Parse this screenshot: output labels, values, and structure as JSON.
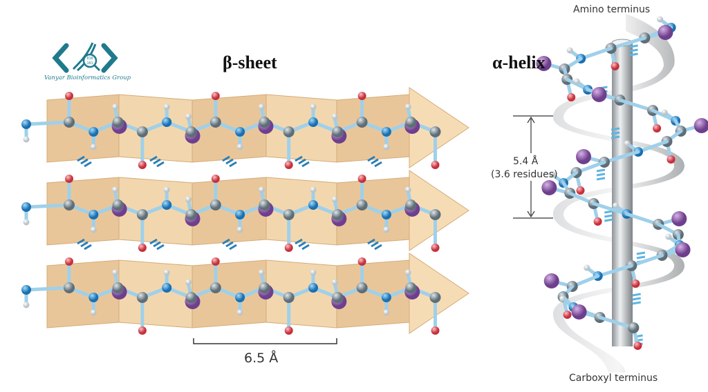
{
  "logo": {
    "text": "Vanyar Bioinformatics Group",
    "digits_top": "010",
    "digits_bottom": "101",
    "color": "#1f7a8c"
  },
  "beta_sheet": {
    "title": "β-sheet",
    "spacing_label": "6.5 Å",
    "strands": 3
  },
  "alpha_helix": {
    "title": "α-helix",
    "top_label": "Amino terminus",
    "bottom_label": "Carboxyl terminus",
    "rise_label": "5.4 Å",
    "residues_label": "(3.6 residues)"
  },
  "colors": {
    "carbon": "#7b8a93",
    "nitrogen": "#2a8fd0",
    "oxygen": "#e0505a",
    "side_chain": "#8e5aa8",
    "hydrogen": "#ffffff",
    "bond": "#9fd0ea",
    "sheet": "#e8c496",
    "hbond": "#2a7fb8"
  }
}
